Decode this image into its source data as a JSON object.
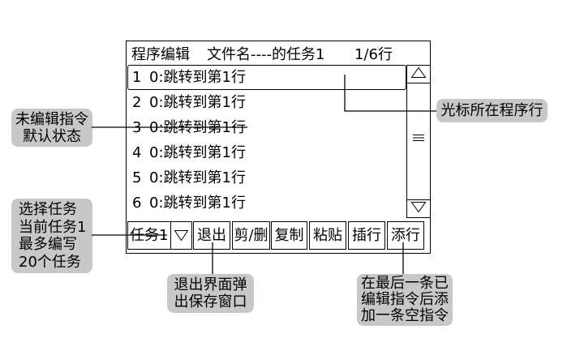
{
  "editor": {
    "header": {
      "title": "程序编辑",
      "file_name": "文件名----的任务1",
      "line_counter": "1/6行"
    },
    "rows": [
      {
        "index": "1",
        "instruction": "0:跳转到第1行",
        "selected": true
      },
      {
        "index": "2",
        "instruction": "0:跳转到第1行",
        "selected": false
      },
      {
        "index": "3",
        "instruction": "0:跳转到第1行",
        "selected": false
      },
      {
        "index": "4",
        "instruction": "0:跳转到第1行",
        "selected": false
      },
      {
        "index": "5",
        "instruction": "0:跳转到第1行",
        "selected": false
      },
      {
        "index": "6",
        "instruction": "0:跳转到第1行",
        "selected": false
      }
    ],
    "scrollbar": {
      "up_icon": "triangle-up-icon",
      "grip_icon": "grip-lines-icon",
      "down_icon": "triangle-down-icon"
    },
    "toolbar": {
      "task_select": {
        "value": "任务1",
        "icon": "triangle-down-icon"
      },
      "exit": "退出",
      "cut_delete": "剪/删",
      "copy": "复制",
      "paste": "粘贴",
      "insert_row": "插行",
      "add_row": "添行"
    }
  },
  "callouts": {
    "default_state": {
      "lines": [
        "未编辑指令",
        "默认状态"
      ]
    },
    "cursor_row": {
      "lines": [
        "光标所在程序行"
      ]
    },
    "task_select": {
      "lines": [
        "选择任务",
        "当前任务1",
        "最多编写",
        "20个任务"
      ]
    },
    "exit_popup": {
      "lines": [
        "退出界面弹",
        "出保存窗口"
      ]
    },
    "add_row": {
      "lines": [
        "在最后一条已",
        "编辑指令后添",
        "加一条空指令"
      ]
    }
  },
  "colors": {
    "callout_fill": "#c8c8c8",
    "ink": "#000000",
    "background": "#ffffff"
  }
}
